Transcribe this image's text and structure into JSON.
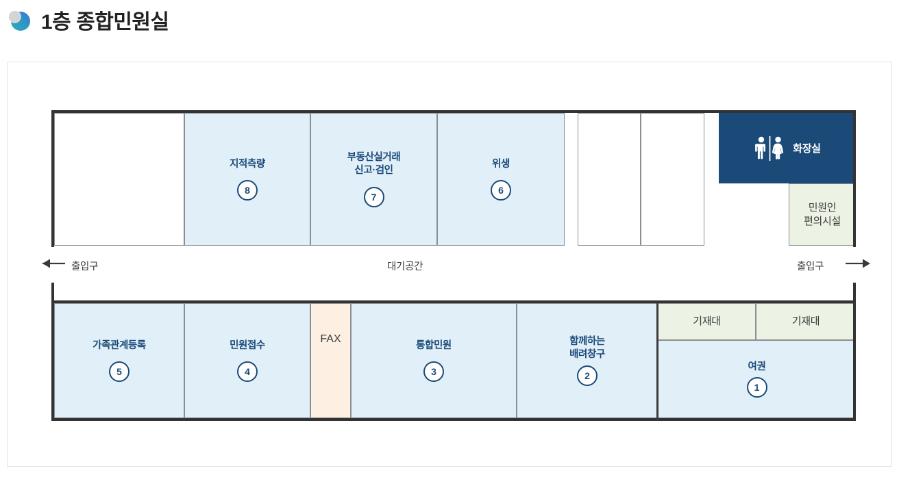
{
  "header": {
    "title": "1층 종합민원실",
    "icon": "moon-crescent-icon"
  },
  "colors": {
    "navy": "#1b4a78",
    "room_blue": "#e1eff8",
    "room_green": "#ecf2e4",
    "room_peach": "#fdf0e3",
    "wall": "#333333",
    "text_dark": "#3a3a3a"
  },
  "floorplan": {
    "top_row": [
      {
        "label": "",
        "number": "",
        "style": "white"
      },
      {
        "label": "지적측량",
        "number": "8",
        "style": "blue"
      },
      {
        "label": "부동산실거래\n신고·검인",
        "number": "7",
        "style": "blue"
      },
      {
        "label": "위생",
        "number": "6",
        "style": "blue"
      },
      {
        "label": "",
        "number": "",
        "style": "white"
      },
      {
        "label": "",
        "number": "",
        "style": "white"
      }
    ],
    "restroom": {
      "label": "화장실",
      "icon": "restroom-male-female-icon"
    },
    "amenity": {
      "label": "민원인\n편의시설"
    },
    "corridor": {
      "left_entrance": "출입구",
      "left_arrow": "arrow-left-icon",
      "waiting_area": "대기공간",
      "right_entrance": "출입구",
      "right_arrow": "arrow-right-icon"
    },
    "bottom_row": [
      {
        "label": "가족관계등록",
        "number": "5",
        "style": "blue"
      },
      {
        "label": "민원접수",
        "number": "4",
        "style": "blue"
      },
      {
        "label": "FAX",
        "number": "",
        "style": "peach"
      },
      {
        "label": "통합민원",
        "number": "3",
        "style": "blue"
      },
      {
        "label": "함께하는\n배려창구",
        "number": "2",
        "style": "blue"
      }
    ],
    "desks": [
      {
        "label": "기재대"
      },
      {
        "label": "기재대"
      }
    ],
    "passport": {
      "label": "여권",
      "number": "1",
      "style": "blue"
    }
  }
}
